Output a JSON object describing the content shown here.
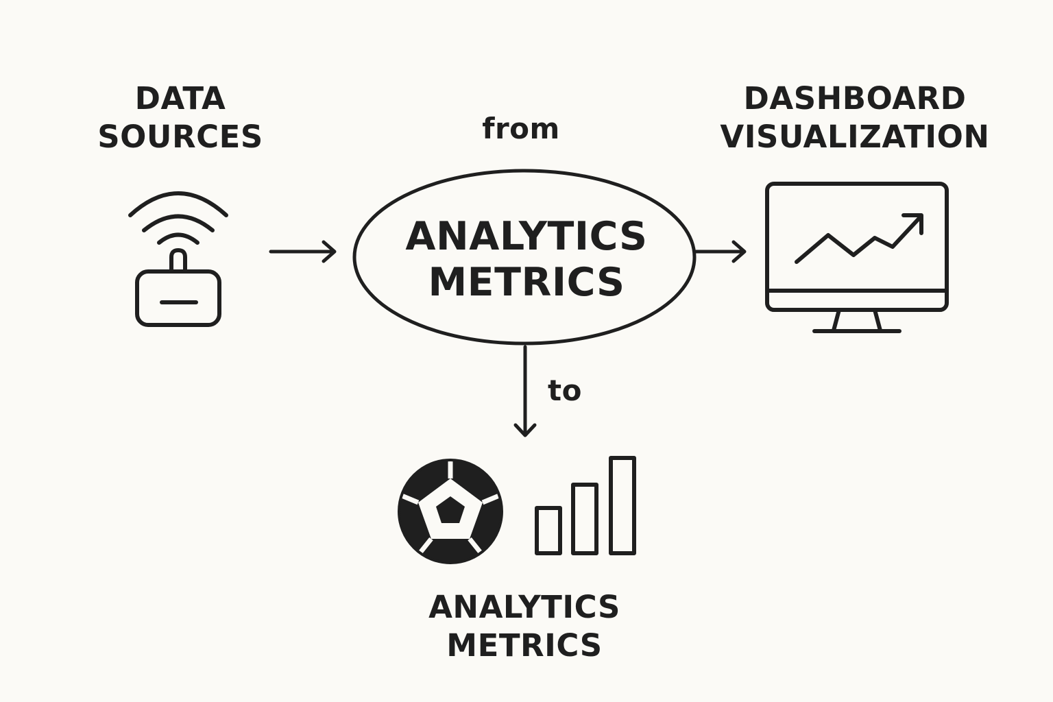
{
  "labels": {
    "sources_line1": "DATA",
    "sources_line2": "SOURCES",
    "from": "from",
    "center_line1": "ANALYTICS",
    "center_line2": "METRICS",
    "dashboard_line1": "DASHBOARD",
    "dashboard_line2": "VISUALIZATION",
    "to": "to",
    "bottom_line1": "ANALYTICS",
    "bottom_line2": "METRICS"
  },
  "icons": {
    "sources": "wifi-router-icon",
    "dashboard": "monitor-chart-icon",
    "ball": "soccer-ball-icon",
    "bars": "bar-chart-icon"
  },
  "colors": {
    "ink": "#1f1f1f",
    "background": "#fbfaf6"
  }
}
